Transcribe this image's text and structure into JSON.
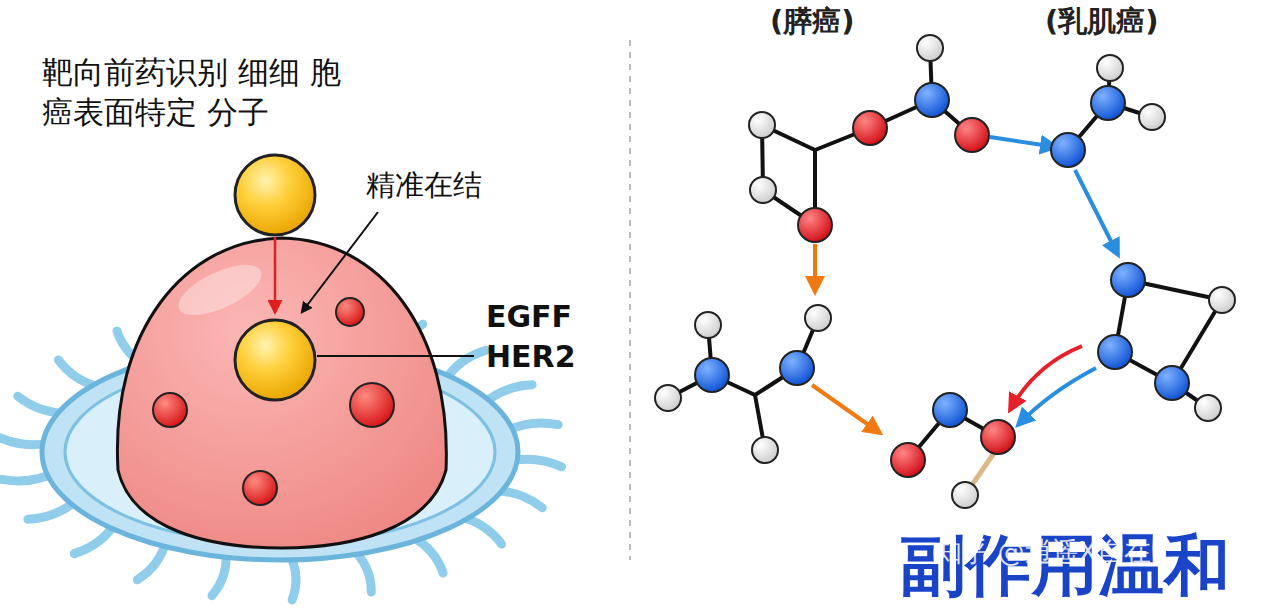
{
  "diagram": {
    "labels": [
      "靶向前药识别 细细 胞癌表面特定 分子",
      "精准在结",
      "EGFF",
      "HER2",
      "(膵癌)",
      "(乳肌癌)",
      "副作用温和",
      "知乎 @逍遥X自在"
    ]
  }
}
